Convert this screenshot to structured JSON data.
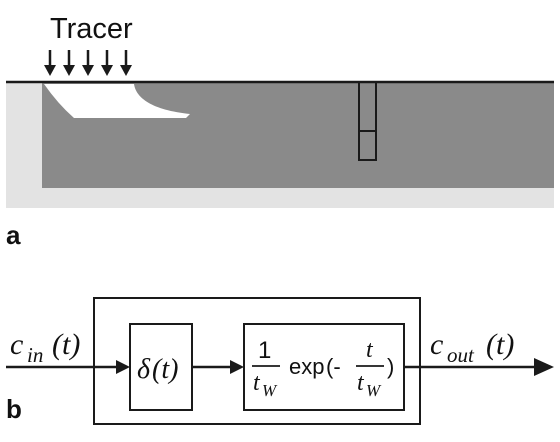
{
  "panel_a": {
    "label": "a",
    "tracer_label": "Tracer",
    "tracer_arrow_count": 5
  },
  "panel_b": {
    "label": "b",
    "input": {
      "base": "c",
      "sub": "in",
      "arg": "(t)"
    },
    "output": {
      "base": "c",
      "sub": "out",
      "arg": "(t)"
    },
    "delta_block": {
      "symbol": "δ",
      "arg": "(t)"
    },
    "exp_block": {
      "numerator": "1",
      "denominator_base": "t",
      "denominator_sub": "W",
      "exp_text": "exp",
      "open": "(-",
      "frac_num": "t",
      "frac_den_base": "t",
      "frac_den_sub": "W",
      "close": ")"
    }
  },
  "colors": {
    "ground": "#8a8a8a",
    "surround": "#e3e3e3",
    "line": "#1a1a1a",
    "plume": "#ffffff"
  }
}
